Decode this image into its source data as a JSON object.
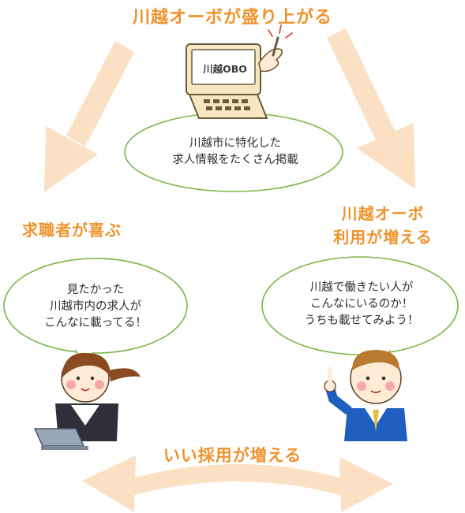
{
  "headings": {
    "top": "川越オーボが盛り上がる",
    "left": "求職者が喜ぶ",
    "right_line1": "川越オーボ",
    "right_line2": "利用が増える",
    "bottom": "いい採用が増える"
  },
  "computer": {
    "screen_label": "川越OBO"
  },
  "bubbles": {
    "top": [
      "川越市に特化した",
      "求人情報をたくさん掲載"
    ],
    "left": [
      "見たかった",
      "川越市内の求人が",
      "こんなに載ってる！"
    ],
    "right": [
      "川越で働きたい人が",
      "こんなにいるのか！",
      "うちも載せてみよう！"
    ]
  },
  "colors": {
    "heading": "#f0922b",
    "arrow": "#fbe0c4",
    "bubble_border": "#7ab548",
    "computer_body": "#f6e6c2",
    "computer_outline": "#6b5a3a"
  }
}
